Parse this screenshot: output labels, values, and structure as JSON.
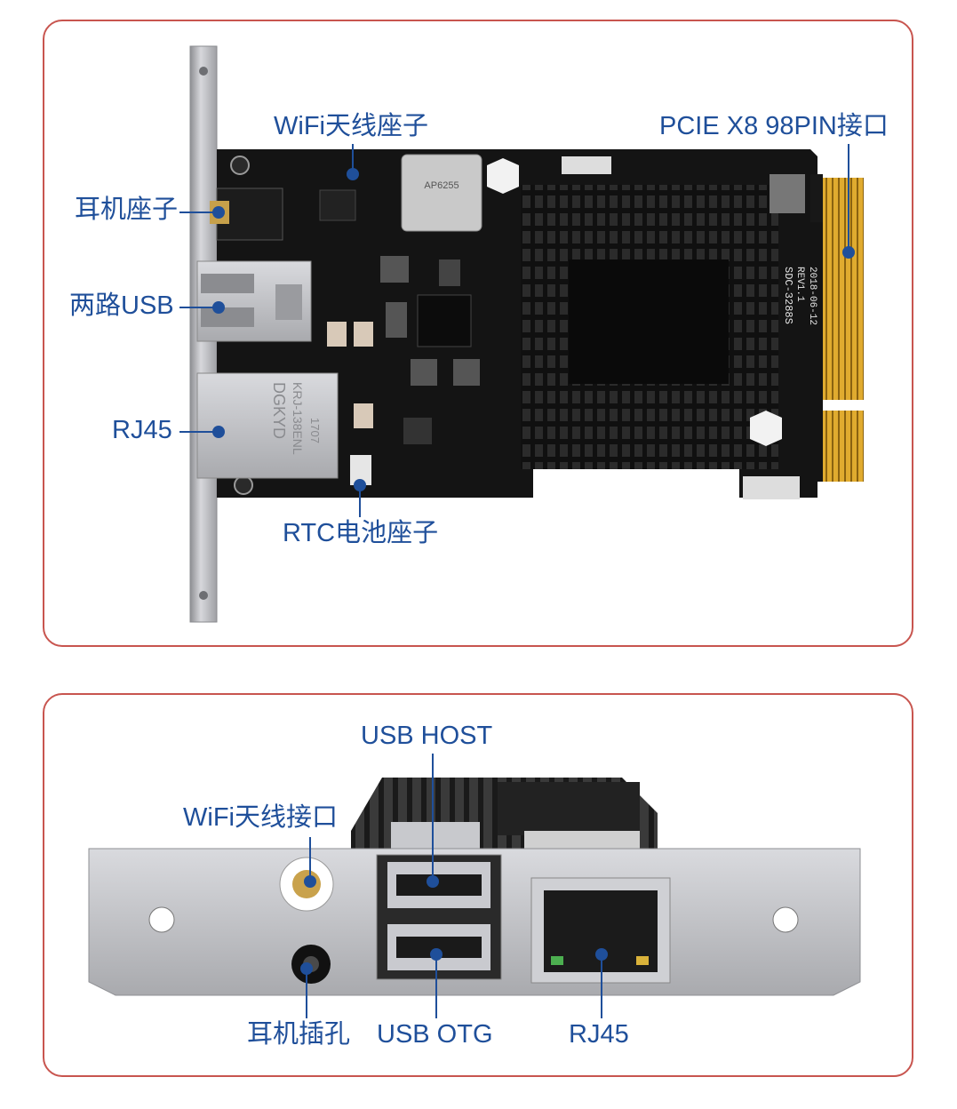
{
  "top_panel": {
    "board_silkscreen": {
      "model": "SDC-3288S",
      "revision": "REV1.1",
      "date": "2018-06-12",
      "rj45_brand": "DGKYD",
      "rj45_part": "KRJ-138ENL",
      "rj45_code": "1707",
      "wifi_module": "AP6255"
    },
    "callouts": {
      "wifi_antenna_socket": "WiFi天线座子",
      "pcie_interface": "PCIE X8 98PIN接口",
      "headphone_socket": "耳机座子",
      "dual_usb": "两路USB",
      "rj45": "RJ45",
      "rtc_battery_socket": "RTC电池座子"
    }
  },
  "bottom_panel": {
    "callouts": {
      "usb_host": "USB HOST",
      "wifi_antenna_port": "WiFi天线接口",
      "headphone_jack": "耳机插孔",
      "usb_otg": "USB OTG",
      "rj45": "RJ45"
    }
  },
  "colors": {
    "label_blue": "#1f4f9a",
    "panel_border": "#c8554f",
    "pcb_black": "#141414",
    "gold_finger": "#d9a52b",
    "bracket_silver": "#b8b9bd"
  }
}
